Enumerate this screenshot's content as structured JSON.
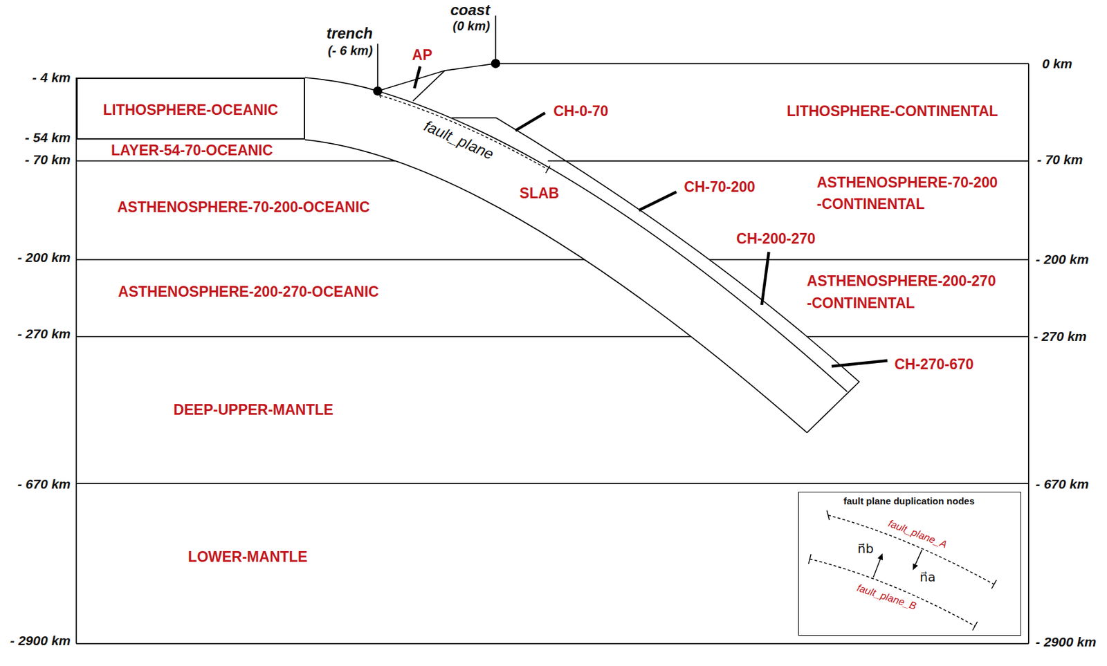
{
  "diagram": {
    "nodes": [
      {
        "text": [
          "LITHOSPHERE-OCEANIC"
        ]
      },
      {
        "text": [
          "fault plane duplication nodes"
        ]
      }
    ],
    "labels": [
      "coast",
      "(0 km)",
      "trench",
      "(- 6 km)",
      "AP",
      "- 4 km",
      "0 km",
      "CH-0-70",
      "LITHOSPHERE-CONTINENTAL",
      "fault_plane",
      "- 54 km",
      "LAYER-54-70-OCEANIC",
      "- 70 km",
      "- 70 km",
      "CH-70-200",
      "SLAB",
      "ASTHENOSPHERE-70-200 -CONTINENTAL",
      "ASTHENOSPHERE-70-200-OCEANIC",
      "CH-200-270",
      "- 200 km",
      "- 200 km",
      "ASTHENOSPHERE-200-270 -CONTINENTAL",
      "ASTHENOSPHERE-200-270-OCEANIC",
      "- 270 km",
      "- 270 km",
      "CH-270-670",
      "DEEP-UPPER-MANTLE",
      "- 670 km",
      "- 670 km",
      "fault_plane_A",
      "n⃗b",
      "LOWER-MANTLE",
      "n⃗a",
      "fault_plane_B",
      "- 2900 km",
      "- 2900 km"
    ]
  }
}
